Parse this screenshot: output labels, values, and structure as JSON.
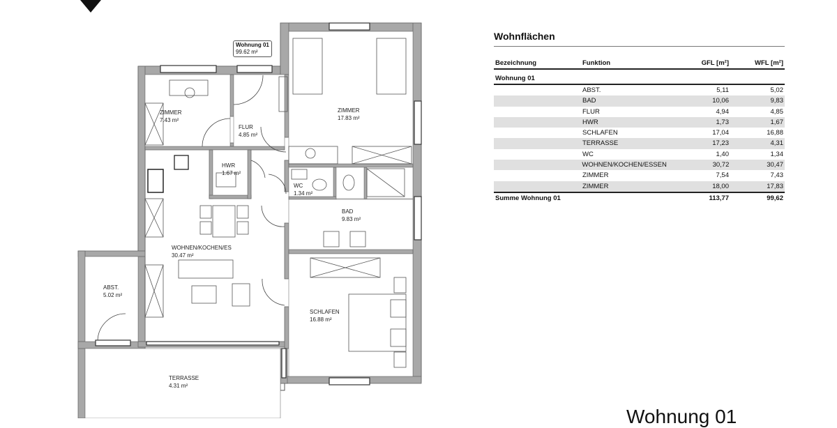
{
  "plan": {
    "apartment_tag": {
      "name": "Wohnung 01",
      "area": "99.62 m²"
    },
    "rooms": [
      {
        "id": "zimmer-small",
        "name": "ZIMMER",
        "area": "7.43 m²"
      },
      {
        "id": "flur",
        "name": "FLUR",
        "area": "4.85 m²"
      },
      {
        "id": "zimmer-large",
        "name": "ZIMMER",
        "area": "17.83 m²"
      },
      {
        "id": "hwr",
        "name": "HWR",
        "area": "1.67 m²"
      },
      {
        "id": "wc",
        "name": "WC",
        "area": "1.34 m²"
      },
      {
        "id": "bad",
        "name": "BAD",
        "area": "9.83 m²"
      },
      {
        "id": "wohnen",
        "name": "WOHNEN/KOCHEN/ES",
        "area": "30.47 m²"
      },
      {
        "id": "abst",
        "name": "ABST.",
        "area": "5.02 m²"
      },
      {
        "id": "schlafen",
        "name": "SCHLAFEN",
        "area": "16.88 m²"
      },
      {
        "id": "terrasse",
        "name": "TERRASSE",
        "area": "4.31 m²"
      }
    ],
    "colors": {
      "wall": "#a8a8a8",
      "line": "#555555"
    }
  },
  "table": {
    "title": "Wohnflächen",
    "headers": [
      "Bezeichnung",
      "Funktion",
      "GFL [m²]",
      "WFL [m²]"
    ],
    "group": "Wohnung 01",
    "rows": [
      {
        "funktion": "ABST.",
        "gfl": "5,11",
        "wfl": "5,02"
      },
      {
        "funktion": "BAD",
        "gfl": "10,06",
        "wfl": "9,83"
      },
      {
        "funktion": "FLUR",
        "gfl": "4,94",
        "wfl": "4,85"
      },
      {
        "funktion": "HWR",
        "gfl": "1,73",
        "wfl": "1,67"
      },
      {
        "funktion": "SCHLAFEN",
        "gfl": "17,04",
        "wfl": "16,88"
      },
      {
        "funktion": "TERRASSE",
        "gfl": "17,23",
        "wfl": "4,31"
      },
      {
        "funktion": "WC",
        "gfl": "1,40",
        "wfl": "1,34"
      },
      {
        "funktion": "WOHNEN/KOCHEN/ESSEN",
        "gfl": "30,72",
        "wfl": "30,47"
      },
      {
        "funktion": "ZIMMER",
        "gfl": "7,54",
        "wfl": "7,43"
      },
      {
        "funktion": "ZIMMER",
        "gfl": "18,00",
        "wfl": "17,83"
      }
    ],
    "sum": {
      "label": "Summe Wohnung 01",
      "gfl": "113,77",
      "wfl": "99,62"
    }
  },
  "footer_title": "Wohnung 01"
}
